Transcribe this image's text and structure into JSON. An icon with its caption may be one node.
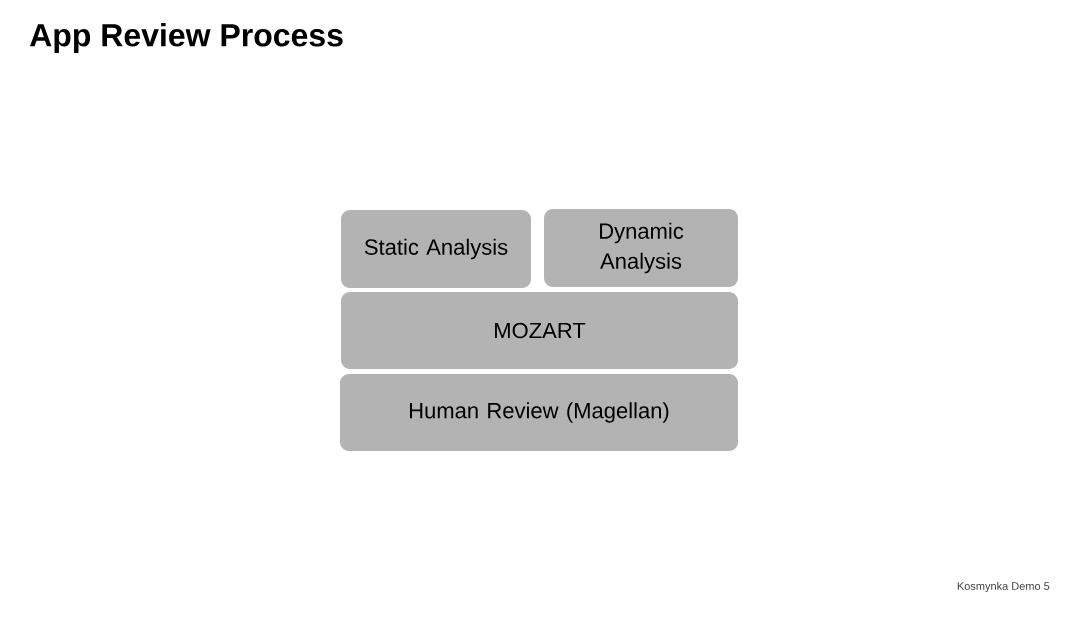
{
  "diagram": {
    "title": "App Review Process",
    "nodes": [
      {
        "text": [
          "Static Analysis"
        ]
      },
      {
        "text": [
          "Dynamic Analysis"
        ]
      },
      {
        "text": [
          "MOZART"
        ]
      },
      {
        "text": [
          "Human Review (Magellan)"
        ]
      }
    ],
    "labels": [
      "Kosmynka Demo 5"
    ]
  }
}
